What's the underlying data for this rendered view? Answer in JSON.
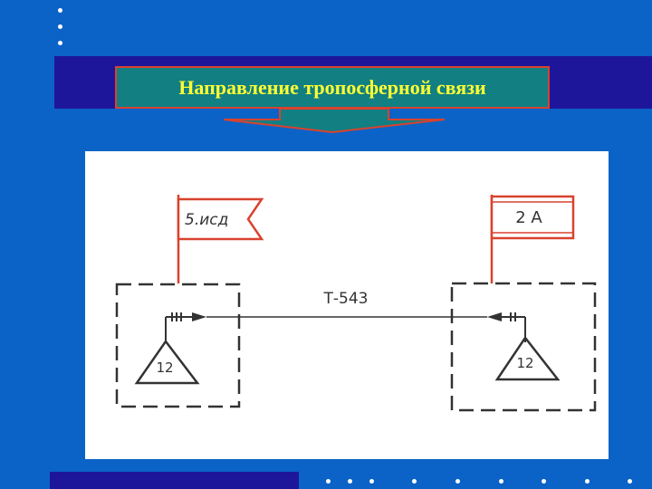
{
  "slide": {
    "title": "Направление тропосферной связи"
  },
  "diagram": {
    "left_station": {
      "flag_label": "5.исд",
      "unit_number": "12"
    },
    "right_station": {
      "flag_label": "2 А",
      "unit_number": "12"
    },
    "link_label": "Т-543"
  },
  "colors": {
    "background": "#0b63c7",
    "band": "#1e169a",
    "title_fill": "#127f82",
    "title_border": "#d9422e",
    "title_text": "#ffff33",
    "flag_red": "#d9422e",
    "ink": "#333333"
  }
}
